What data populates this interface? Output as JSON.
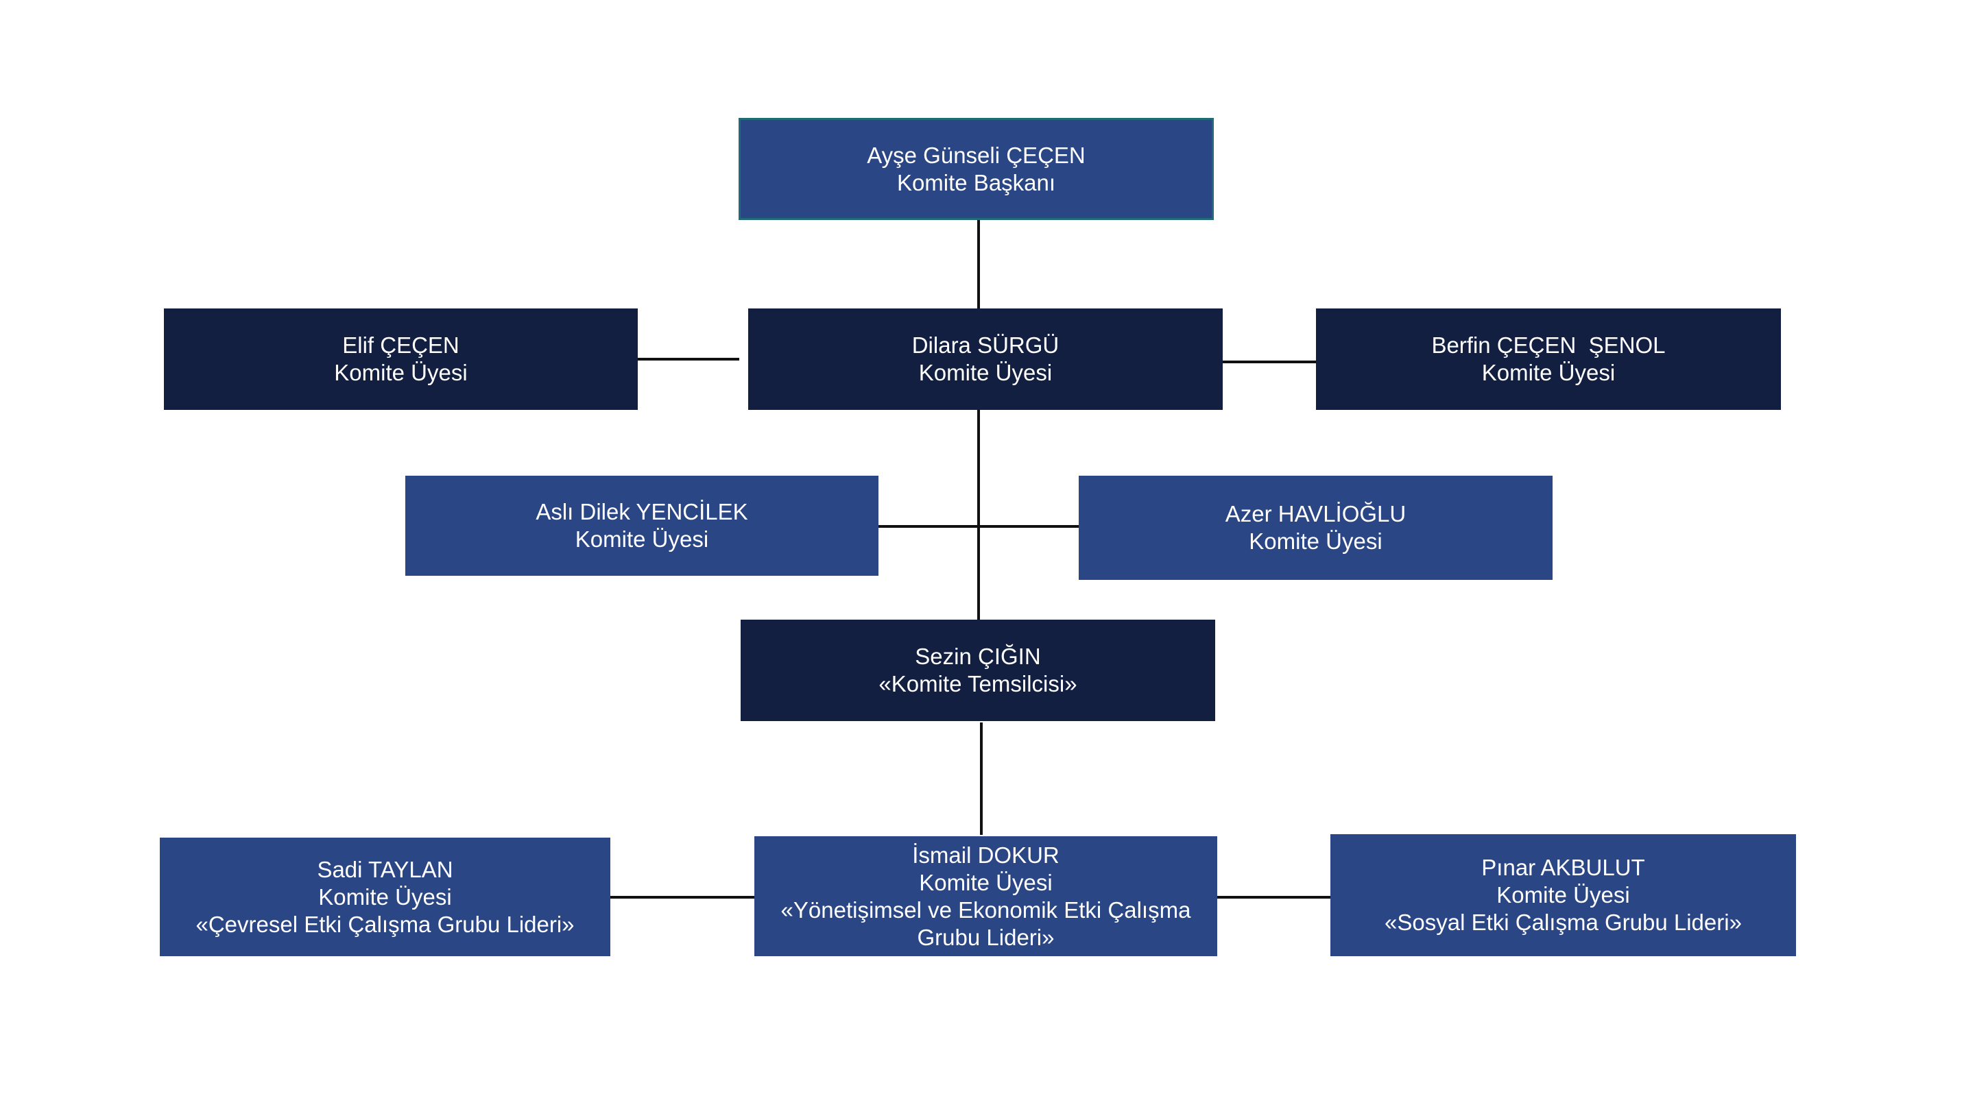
{
  "colors": {
    "primary_blue": "#2a4685",
    "dark_navy": "#121f40",
    "connector": "#111111",
    "background": "#ffffff"
  },
  "org_chart": {
    "chair": {
      "name": "Ayşe Günseli ÇEÇEN",
      "role": "Komite Başkanı"
    },
    "member_elif": {
      "name": "Elif ÇEÇEN",
      "role": "Komite Üyesi"
    },
    "member_dilara": {
      "name": "Dilara SÜRGÜ",
      "role": "Komite Üyesi"
    },
    "member_berfin": {
      "name": "Berfin ÇEÇEN  ŞENOL",
      "role": "Komite Üyesi"
    },
    "member_asli": {
      "name": "Aslı Dilek YENCİLEK",
      "role": "Komite Üyesi"
    },
    "member_azer": {
      "name": "Azer HAVLİOĞLU",
      "role": "Komite Üyesi"
    },
    "representative": {
      "name": "Sezin ÇIĞIN",
      "role": "«Komite Temsilcisi»"
    },
    "member_sadi": {
      "name": "Sadi TAYLAN",
      "role": "Komite Üyesi",
      "group": "«Çevresel Etki Çalışma Grubu Lideri»"
    },
    "member_ismail": {
      "name": "İsmail DOKUR",
      "role": "Komite Üyesi",
      "group": "«Yönetişimsel ve Ekonomik Etki Çalışma Grubu Lideri»"
    },
    "member_pinar": {
      "name": "Pınar AKBULUT",
      "role": "Komite Üyesi",
      "group": "«Sosyal Etki Çalışma Grubu Lideri»"
    }
  }
}
